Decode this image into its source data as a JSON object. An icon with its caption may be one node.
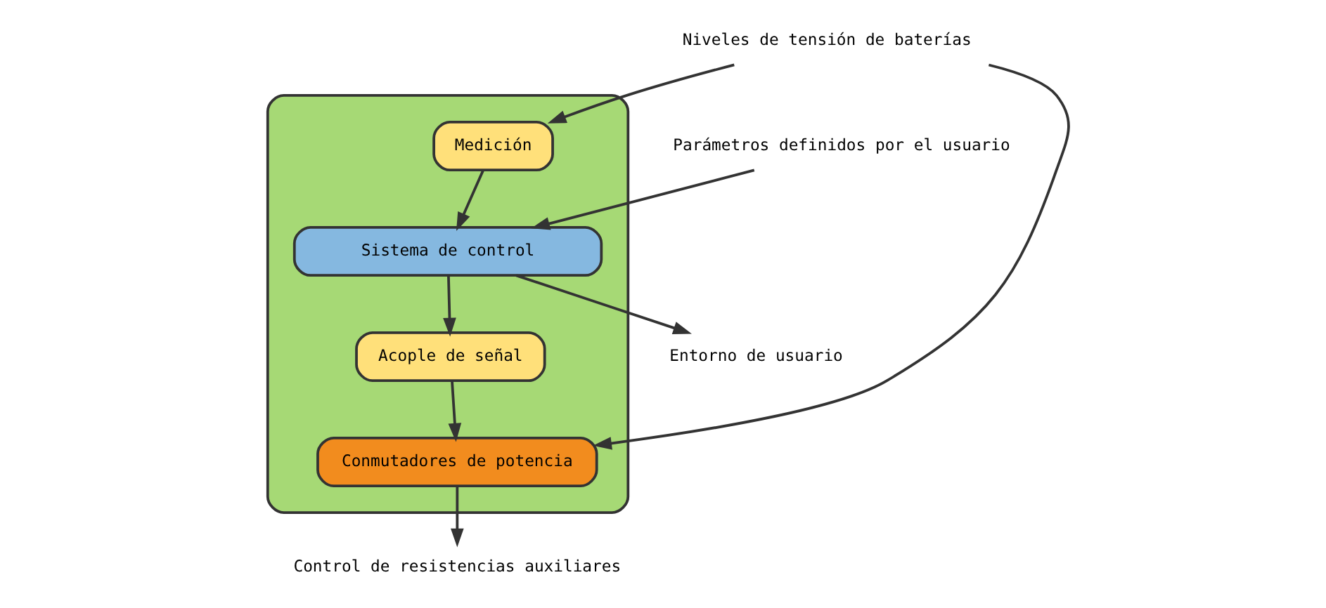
{
  "diagram": {
    "nodes": [
      {
        "text": [],
        "shape": "box"
      },
      {
        "text": [
          "Sistema de control"
        ],
        "in": 0
      },
      {
        "text": [
          "Medición"
        ],
        "in": 0
      },
      {
        "text": [
          "Acople de señal"
        ],
        "in": 0
      },
      {
        "text": [
          "Conmutadores de potencia"
        ],
        "in": 0
      },
      {
        "text": [
          "Parámetros definidos por el usuario"
        ]
      },
      {
        "text": [
          "Entorno de usuario"
        ]
      },
      {
        "text": [
          "Niveles de tensión de baterías"
        ]
      },
      {
        "text": [
          "Control de resistencias auxiliares"
        ]
      }
    ],
    "edges": [
      {
        "from": 5,
        "to": 1,
        "arrow": "to"
      },
      {
        "from": 1,
        "to": 6,
        "arrow": "to"
      },
      {
        "from": 1,
        "to": 3,
        "arrow": "to"
      },
      {
        "from": 2,
        "to": 1,
        "arrow": "to"
      },
      {
        "from": 3,
        "to": 4,
        "arrow": "to"
      },
      {
        "from": 7,
        "to": 2,
        "arrow": "to"
      },
      {
        "from": 7,
        "to": 4,
        "arrow": "to"
      },
      {
        "from": 4,
        "to": 8,
        "arrow": "to"
      }
    ]
  }
}
